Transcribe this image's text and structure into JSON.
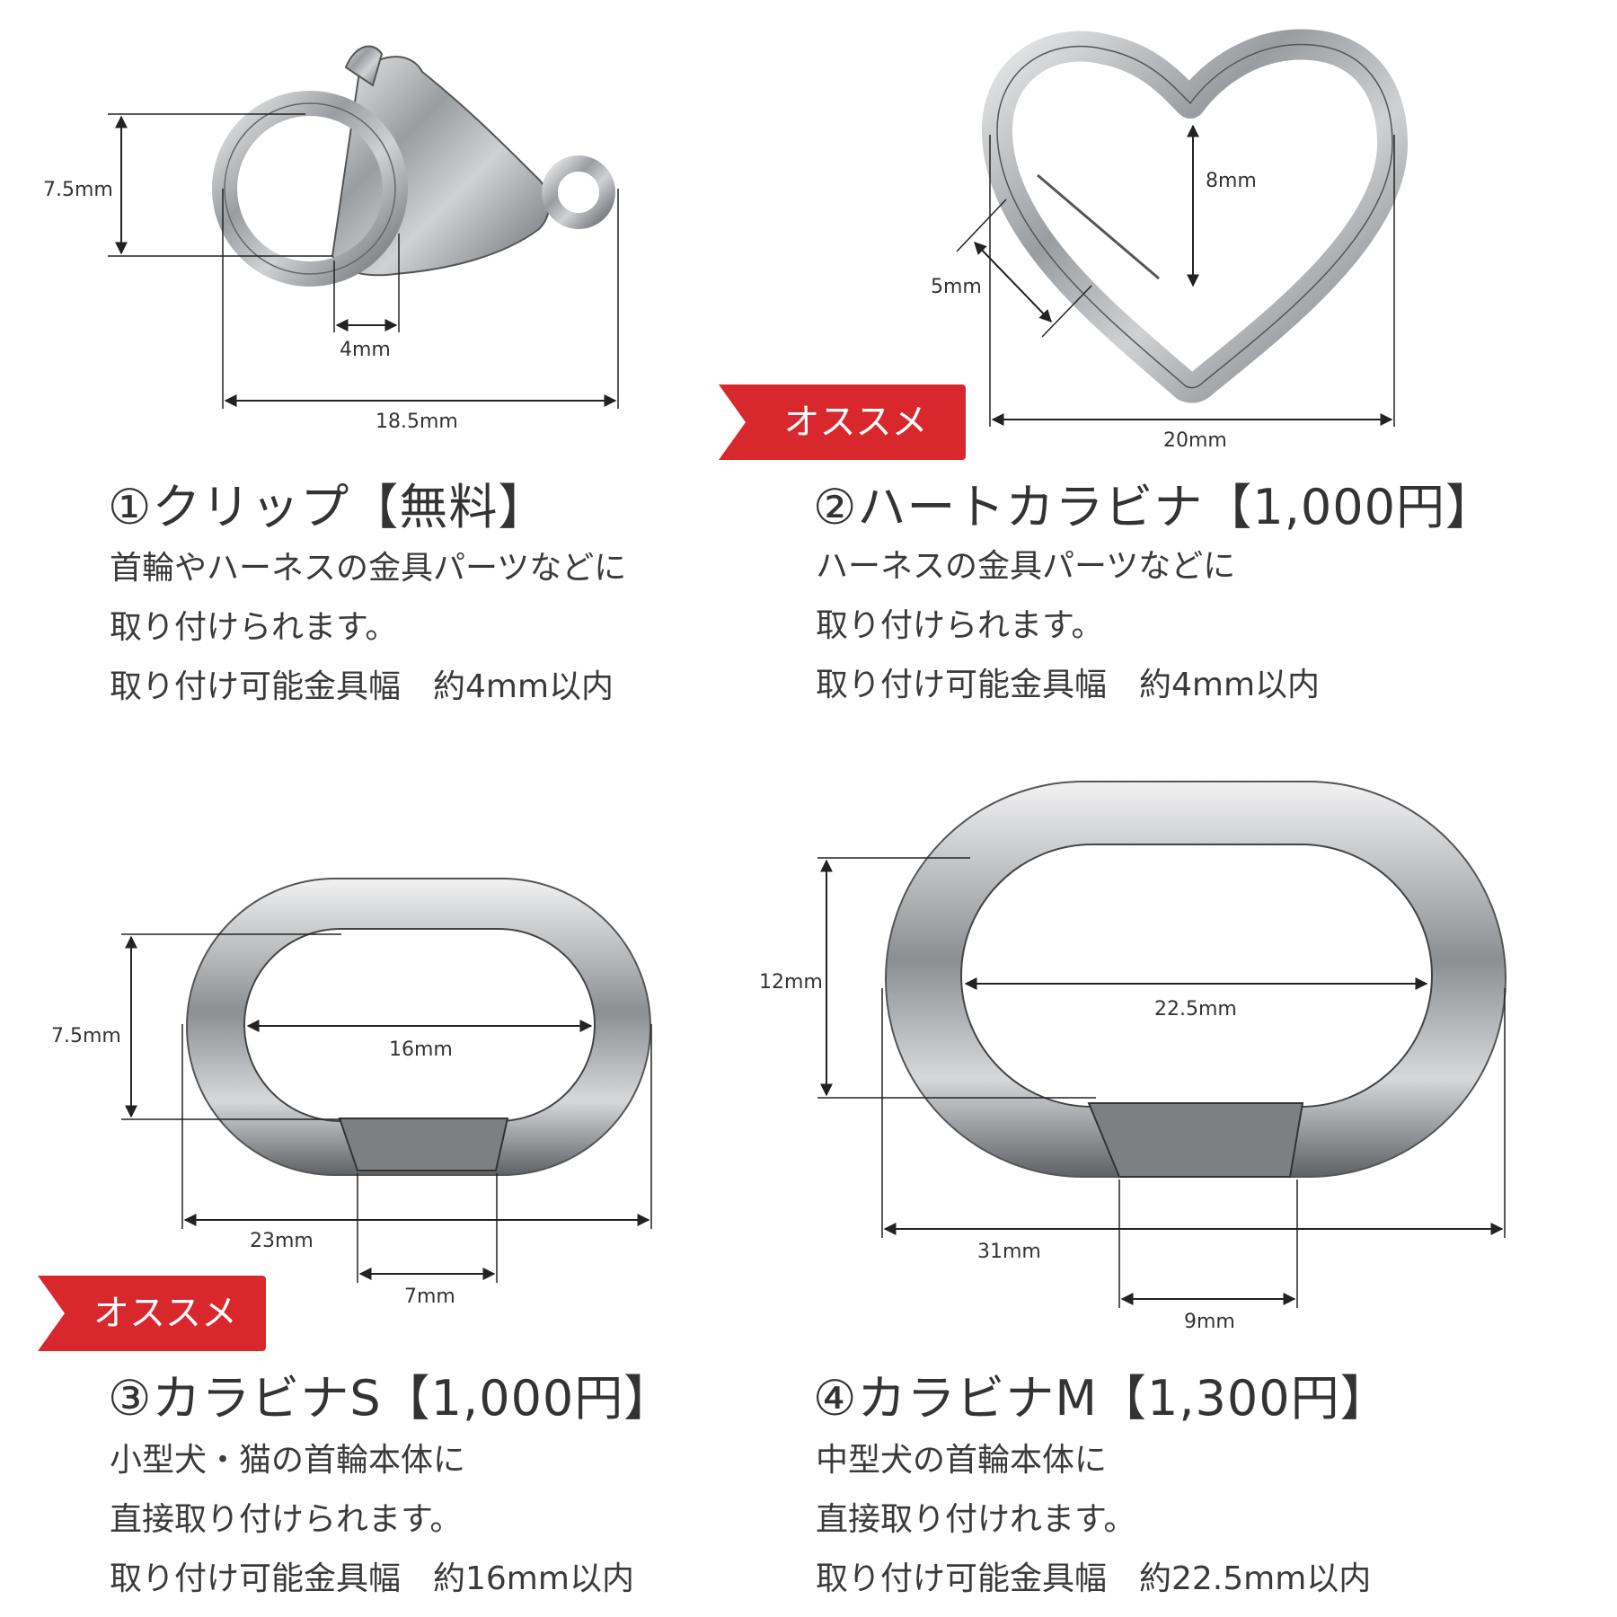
{
  "products": [
    {
      "title": "①クリップ【無料】",
      "desc": [
        "首輪やハーネスの金具パーツなどに",
        "取り付けられます。",
        "取り付け可能金具幅　約4mm以内"
      ],
      "dims": {
        "height": "7.5mm",
        "gap": "4mm",
        "width": "18.5mm"
      }
    },
    {
      "title": "②ハートカラビナ【1,000円】",
      "badge": "オススメ",
      "desc": [
        "ハーネスの金具パーツなどに",
        "取り付けられます。",
        "取り付け可能金具幅　約4mm以内"
      ],
      "dims": {
        "inner_height": "8mm",
        "gap": "5mm",
        "width": "20mm"
      }
    },
    {
      "title": "③カラビナS【1,000円】",
      "badge": "オススメ",
      "desc": [
        "小型犬・猫の首輪本体に",
        "直接取り付けられます。",
        "取り付け可能金具幅　約16mm以内"
      ],
      "dims": {
        "height": "7.5mm",
        "inner_width": "16mm",
        "width": "23mm",
        "gate": "7mm"
      }
    },
    {
      "title": "④カラビナM【1,300円】",
      "desc": [
        "中型犬の首輪本体に",
        "直接取り付けれます。",
        "取り付け可能金具幅　約22.5mm以内"
      ],
      "dims": {
        "height": "12mm",
        "inner_width": "22.5mm",
        "width": "31mm",
        "gate": "9mm"
      }
    }
  ],
  "colors": {
    "badge": "#d8282d",
    "metal": "#8a8d90",
    "text": "#333333"
  }
}
